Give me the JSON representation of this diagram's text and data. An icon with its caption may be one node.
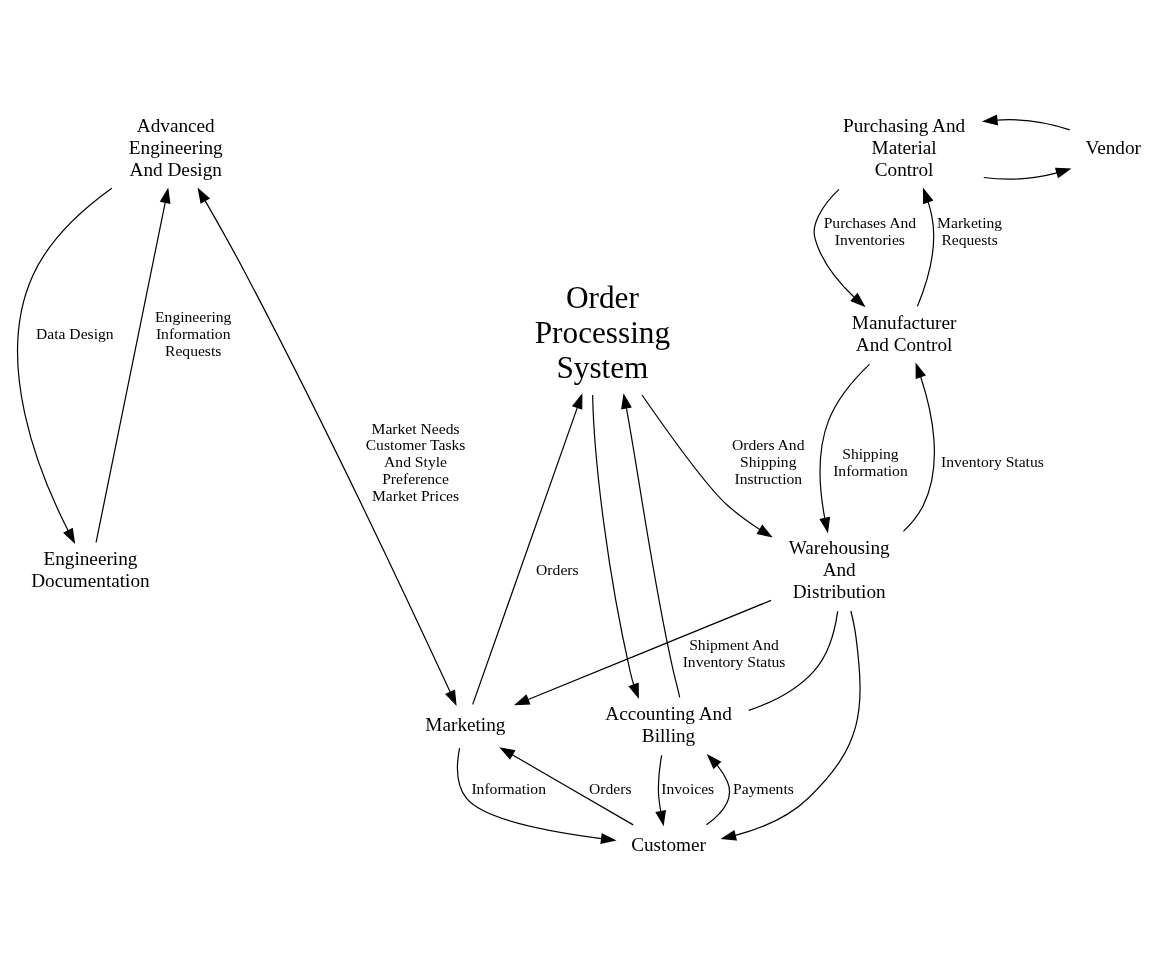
{
  "diagram": {
    "nodes": [
      {
        "text": [
          "Advanced Engineering And Design"
        ]
      },
      {
        "text": [
          "Purchasing And Material Control"
        ]
      },
      {
        "text": [
          "Vendor"
        ]
      },
      {
        "text": [
          "Manufacturer And Control"
        ]
      },
      {
        "text": [
          "Engineering Documentation"
        ]
      },
      {
        "text": [
          "Warehousing And Distribution"
        ]
      },
      {
        "text": [
          "Order Processing System"
        ]
      },
      {
        "text": [
          "Marketing"
        ]
      },
      {
        "text": [
          "Accounting And Billing"
        ]
      },
      {
        "text": [
          "Customer"
        ]
      }
    ],
    "edges": [
      {
        "from": 1,
        "to": 2,
        "arrow": "to"
      },
      {
        "from": 2,
        "to": 1,
        "arrow": "to"
      },
      {
        "from": 4,
        "to": 0,
        "arrow": "to",
        "label": "Engineering Information Requests"
      },
      {
        "from": 0,
        "to": 4,
        "arrow": "to",
        "label": "Data Design"
      },
      {
        "from": 3,
        "to": 1,
        "arrow": "to",
        "label": "Marketing Requests"
      },
      {
        "from": 1,
        "to": 3,
        "arrow": "to",
        "label": "Purchases And Inventories"
      },
      {
        "from": 5,
        "to": 3,
        "arrow": "to",
        "label": "Inventory Status"
      },
      {
        "from": 3,
        "to": 5,
        "arrow": "to",
        "label": "Shipping Information"
      },
      {
        "from": 7,
        "to": 0,
        "arrow": "both",
        "label": "Market Needs Customer Tasks And Style Preference Market Prices"
      },
      {
        "from": 5,
        "to": 7,
        "arrow": "to",
        "label": "Shipment And Inventory Status"
      },
      {
        "from": 6,
        "to": 5,
        "arrow": "to",
        "label": "Orders And Shipping Instruction"
      },
      {
        "from": 5,
        "to": 8,
        "arrow": "none"
      },
      {
        "from": 5,
        "to": 9,
        "arrow": "to"
      },
      {
        "from": 7,
        "to": 6,
        "arrow": "to",
        "label": "Orders"
      },
      {
        "from": 6,
        "to": 8,
        "arrow": "to"
      },
      {
        "from": 8,
        "to": 6,
        "arrow": "to"
      },
      {
        "from": 9,
        "to": 8,
        "arrow": "to",
        "label": "Payments"
      },
      {
        "from": 8,
        "to": 9,
        "arrow": "to",
        "label": "Invoices"
      },
      {
        "from": 9,
        "to": 7,
        "arrow": "to",
        "label": "Orders"
      },
      {
        "from": 7,
        "to": 9,
        "arrow": "to",
        "label": "Information"
      }
    ]
  }
}
